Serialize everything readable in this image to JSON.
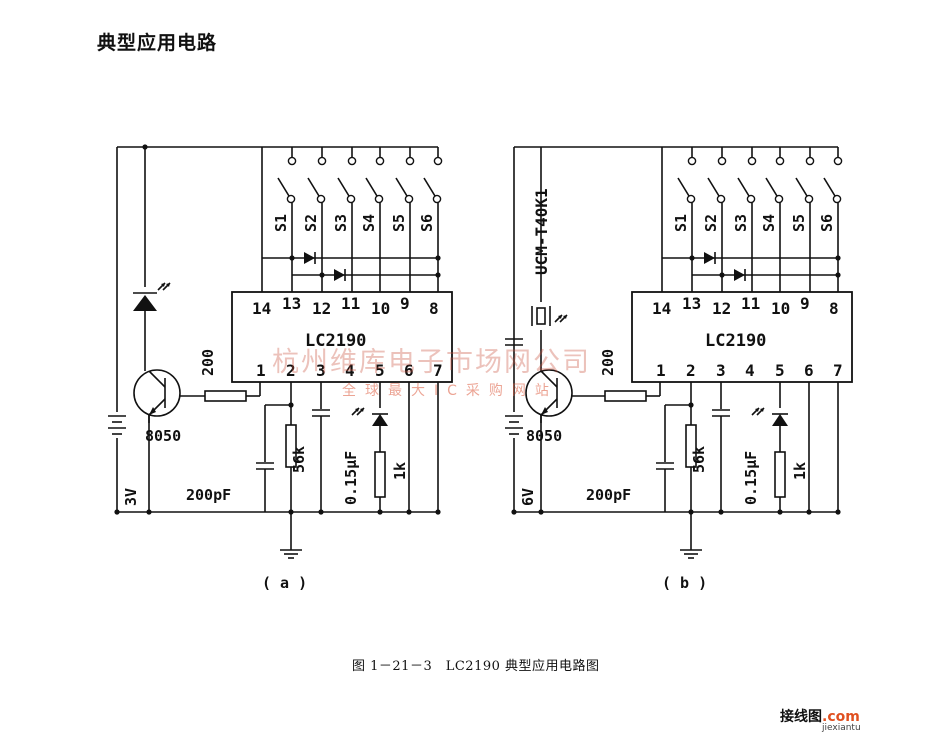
{
  "page": {
    "heading": "典型应用电路"
  },
  "figure": {
    "caption": "图 1－21－3　LC2190 典型应用电路图",
    "panel_a": {
      "label": "( a )",
      "ic_name": "LC2190",
      "top_pins": [
        "14",
        "13",
        "12",
        "11",
        "10",
        "9",
        "8"
      ],
      "bottom_pins": [
        "1",
        "2",
        "3",
        "4",
        "5",
        "6",
        "7"
      ],
      "switches": [
        "S1",
        "S2",
        "S3",
        "S4",
        "S5",
        "S6"
      ],
      "resistor_base": "200",
      "transistor": "8050",
      "battery": "3V",
      "cap_small": "200pF",
      "resistor_56k": "56k",
      "cap_015": "0.15μF",
      "resistor_1k": "1k"
    },
    "panel_b": {
      "label": "( b )",
      "ic_name": "LC2190",
      "top_pins": [
        "14",
        "13",
        "12",
        "11",
        "10",
        "9",
        "8"
      ],
      "bottom_pins": [
        "1",
        "2",
        "3",
        "4",
        "5",
        "6",
        "7"
      ],
      "switches": [
        "S1",
        "S2",
        "S3",
        "S4",
        "S5",
        "S6"
      ],
      "transducer": "UCM-T40K1",
      "resistor_base": "200",
      "transistor": "8050",
      "battery": "6V",
      "cap_small": "200pF",
      "resistor_56k": "56k",
      "cap_015": "0.15μF",
      "resistor_1k": "1k"
    }
  },
  "watermark": {
    "line1": "杭州维库电子市场网公司",
    "line2": "全球最大IC采购网站",
    "site_cn": "接线图",
    "site_dot": ".com",
    "site_url": "jiexiantu"
  }
}
